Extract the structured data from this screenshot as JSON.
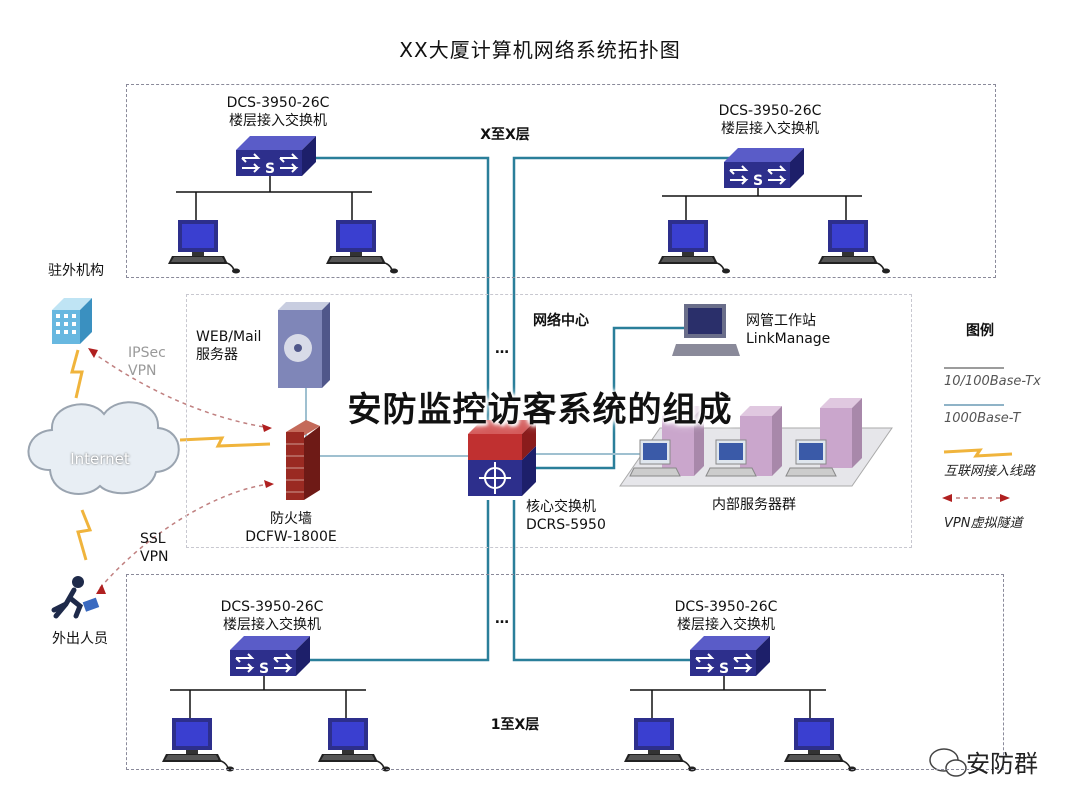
{
  "title": "XX大厦计算机网络系统拓扑图",
  "overlay_title": "安防监控访客系统的组成",
  "zones": {
    "top_label": "X至X层",
    "center_label": "网络中心",
    "bottom_label": "1至X层"
  },
  "switches": {
    "top_left": {
      "model": "DCS-3950-26C",
      "desc": "楼层接入交换机"
    },
    "top_right": {
      "model": "DCS-3950-26C",
      "desc": "楼层接入交换机"
    },
    "bottom_left": {
      "model": "DCS-3950-26C",
      "desc": "楼层接入交换机"
    },
    "bottom_right": {
      "model": "DCS-3950-26C",
      "desc": "楼层接入交换机"
    },
    "switch_glyph": "S"
  },
  "core_switch": {
    "desc": "核心交换机",
    "model": "DCRS-5950"
  },
  "web_server": {
    "line1": "WEB/Mail",
    "line2": "服务器"
  },
  "firewall": {
    "desc": "防火墙",
    "model": "DCFW-1800E"
  },
  "workstation": {
    "line1": "网管工作站",
    "line2": "LinkManage"
  },
  "server_group": {
    "label": "内部服务器群"
  },
  "external": {
    "branch": "驻外机构",
    "ipsec_1": "IPSec",
    "ipsec_2": "VPN",
    "internet": "Internet",
    "ssl_1": "SSL",
    "ssl_2": "VPN",
    "remote": "外出人员"
  },
  "ellipsis": "…",
  "legend": {
    "title": "图例",
    "items": [
      {
        "label": "10/100Base-Tx",
        "color": "#9c9c9c"
      },
      {
        "label": "1000Base-T",
        "color": "#8fb3c7"
      },
      {
        "label": "互联网接入线路",
        "color": "#f0b43c"
      },
      {
        "label": "VPN虚拟隧道",
        "color": "#b02020"
      }
    ]
  },
  "colors": {
    "trunk": "#2a7f9a",
    "switch_blue": "#2d2f8c",
    "vpn_red": "#b02020",
    "internet_orange": "#f0b43c"
  },
  "watermark": "安防群"
}
